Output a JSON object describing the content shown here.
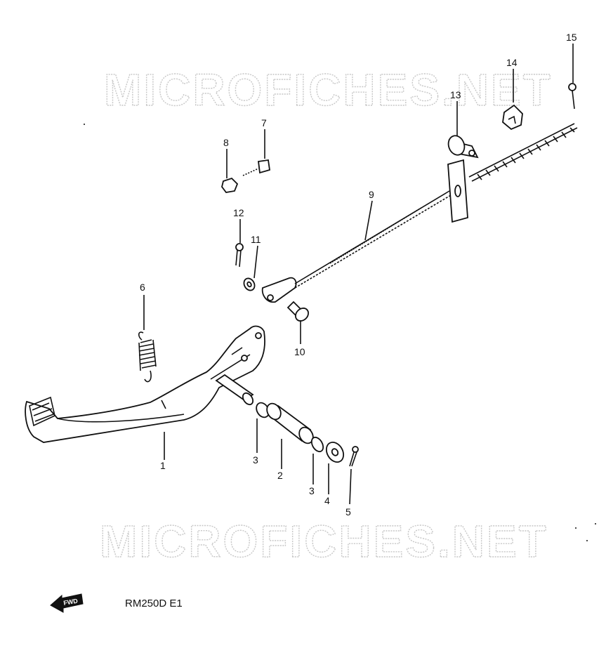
{
  "watermark": {
    "top": "MICROFICHES.NET",
    "bottom": "MICROFICHES.NET"
  },
  "model_code": "RM250D E1",
  "fwd_label": "FWD",
  "callouts": [
    "1",
    "2",
    "3",
    "3",
    "4",
    "5",
    "6",
    "7",
    "8",
    "9",
    "10",
    "11",
    "12",
    "13",
    "14",
    "15"
  ]
}
